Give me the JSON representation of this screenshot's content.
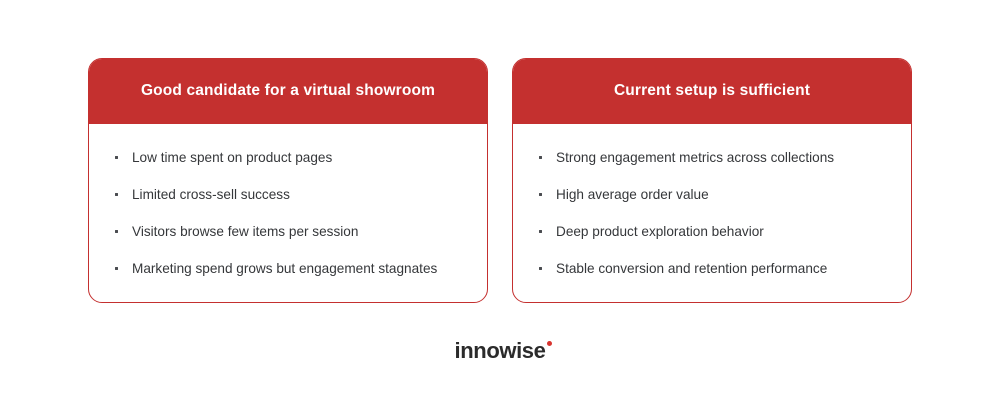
{
  "theme": {
    "brand_red": "#C4302F",
    "logo_dot_red": "#D8342F",
    "text_dark": "#35373A",
    "background": "#FFFFFF"
  },
  "cards": [
    {
      "title": "Good candidate for a virtual showroom",
      "items": [
        "Low time spent on product pages",
        "Limited cross-sell success",
        "Visitors browse few items per session",
        "Marketing spend grows but engagement stagnates"
      ]
    },
    {
      "title": "Current setup is sufficient",
      "items": [
        "Strong engagement metrics across collections",
        "High average order value",
        "Deep product exploration behavior",
        "Stable conversion and retention performance"
      ]
    }
  ],
  "logo": {
    "text": "innowise",
    "dot": ""
  }
}
